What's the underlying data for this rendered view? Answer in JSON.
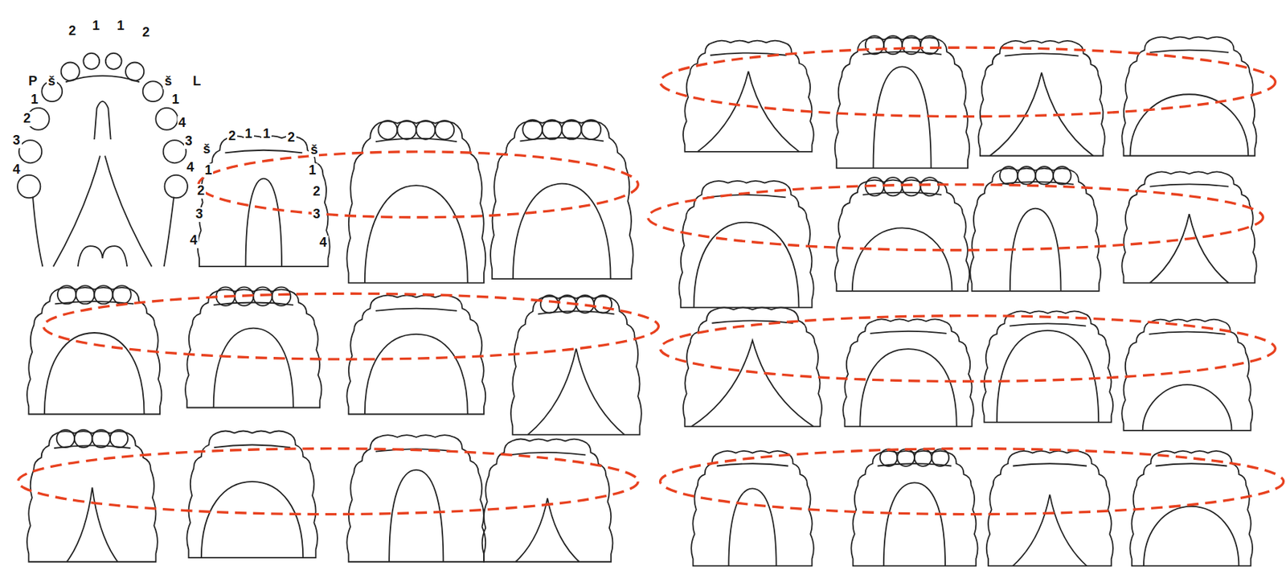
{
  "diagram": {
    "labels": [
      "2",
      "1",
      "1",
      "2",
      "P",
      "š",
      "š",
      "L",
      "1",
      "2",
      "3",
      "4",
      "1",
      "4",
      "3",
      "4",
      "2",
      "1",
      "1",
      "2",
      "š",
      "š",
      "1",
      "2",
      "3",
      "4",
      "1",
      "2",
      "3",
      "4"
    ]
  }
}
